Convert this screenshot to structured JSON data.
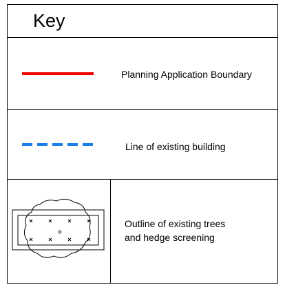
{
  "key": {
    "title": "Key",
    "items": [
      {
        "label": "Planning Application Boundary",
        "symbol": "red-solid-line",
        "color": "#ee0000"
      },
      {
        "label": "Line of existing building",
        "symbol": "blue-dashed-line",
        "color": "#1a7fe8"
      },
      {
        "label_lines": [
          "Outline of existing trees",
          "and hedge screening"
        ],
        "symbol": "tree-hedge-outline",
        "color": "#000000"
      }
    ]
  }
}
